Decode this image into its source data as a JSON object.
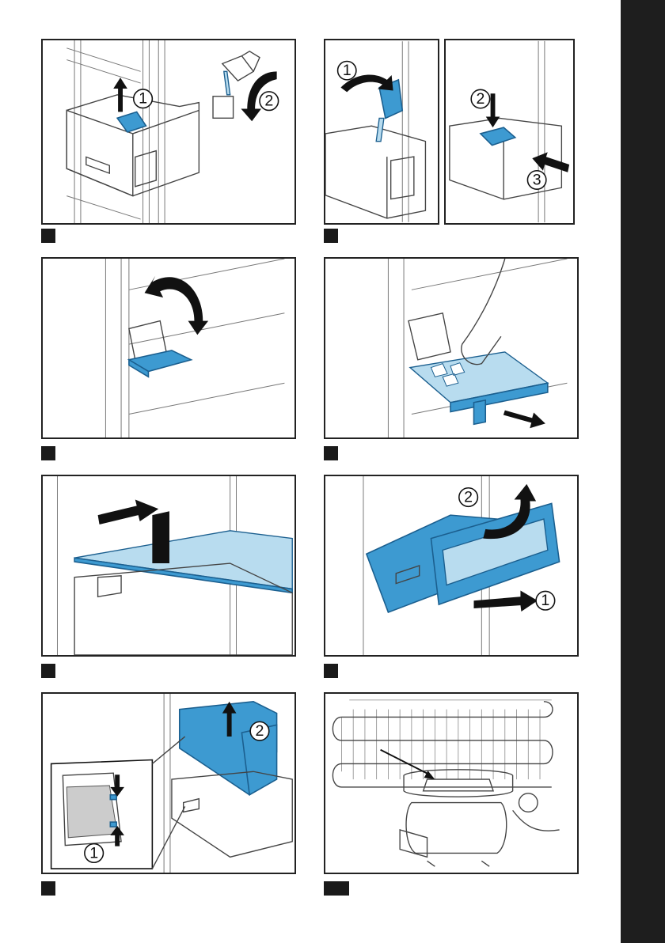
{
  "figures": [
    {
      "id": "fig-pour-water-tray",
      "callouts": [
        "1",
        "2"
      ],
      "tag": ""
    },
    {
      "id": "fig-refill-tray",
      "callouts": [
        "1"
      ],
      "tag": ""
    },
    {
      "id": "fig-insert-tray",
      "callouts": [
        "2",
        "3"
      ],
      "tag": ""
    },
    {
      "id": "fig-twist-tray",
      "callouts": [],
      "tag": ""
    },
    {
      "id": "fig-remove-ice",
      "callouts": [],
      "tag": ""
    },
    {
      "id": "fig-remove-shelf",
      "callouts": [],
      "tag": ""
    },
    {
      "id": "fig-remove-drawer",
      "callouts": [
        "1",
        "2"
      ],
      "tag": ""
    },
    {
      "id": "fig-remove-ice-box",
      "callouts": [
        "1",
        "2"
      ],
      "tag": ""
    },
    {
      "id": "fig-compressor-tray",
      "callouts": [],
      "tag": ""
    }
  ],
  "colors": {
    "accent_blue": "#3d9ad1",
    "light_blue": "#b8dcef",
    "sidebar": "#1e1e1e"
  }
}
